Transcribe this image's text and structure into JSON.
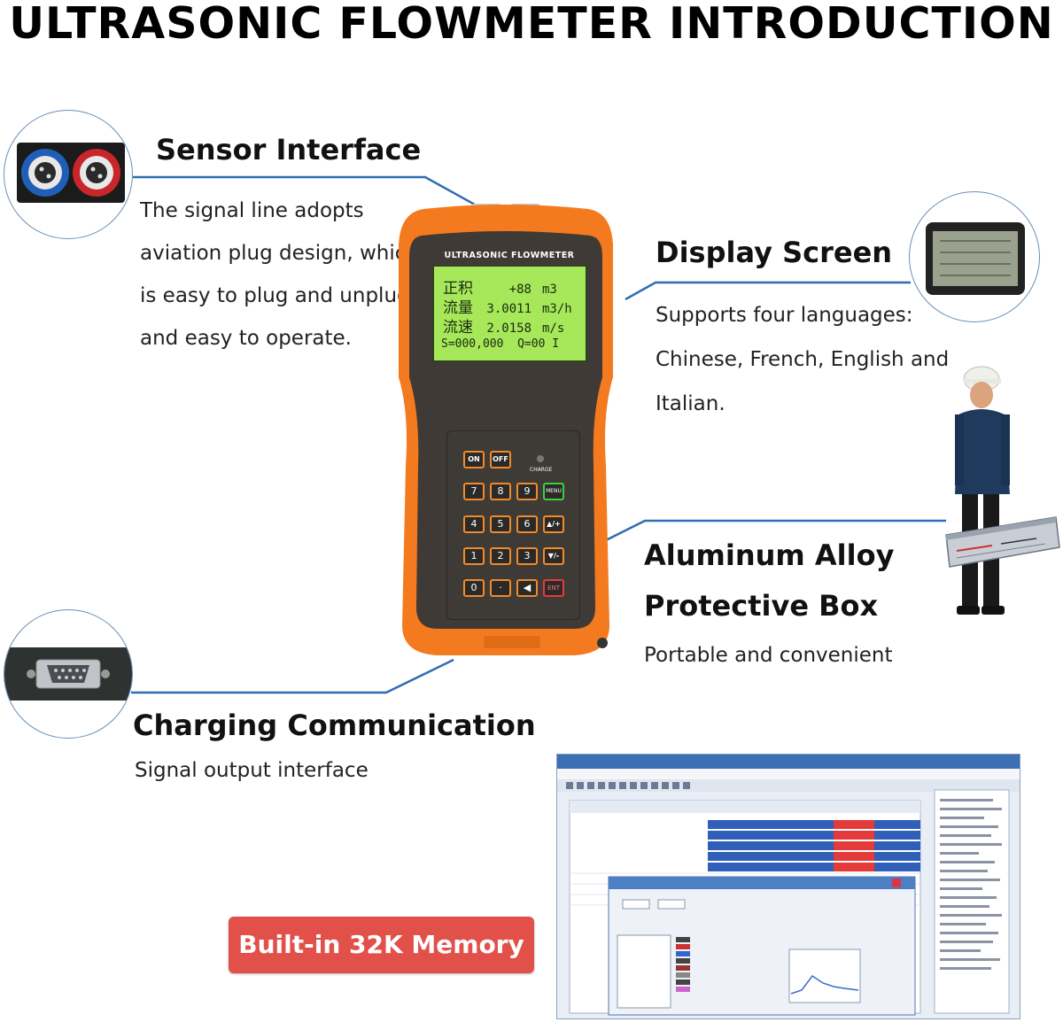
{
  "title": "ULTRASONIC FLOWMETER INTRODUCTION",
  "features": {
    "sensor": {
      "heading": "Sensor Interface",
      "lines": [
        "The signal line adopts",
        "aviation plug design, which",
        "is easy to plug and unplug",
        "and easy to operate."
      ]
    },
    "display": {
      "heading": "Display Screen",
      "lines": [
        "Supports four languages:",
        "Chinese, French, English and",
        "Italian."
      ]
    },
    "box": {
      "heading_line1": "Aluminum Alloy",
      "heading_line2": "Protective Box",
      "body": "Portable and convenient"
    },
    "charging": {
      "heading": "Charging Communication",
      "body": "Signal output interface"
    }
  },
  "memory_badge": "Built-in 32K Memory",
  "device": {
    "brand_title": "ULTRASONIC FLOWMETER",
    "lcd": [
      {
        "label": "正积",
        "value": "+88",
        "unit": "m3"
      },
      {
        "label": "流量",
        "value": "3.0011",
        "unit": "m3/h"
      },
      {
        "label": "流速",
        "value": "2.0158",
        "unit": "m/s"
      }
    ],
    "lcd_status": "S=000,000  Q=00 I",
    "charge_label": "CHARGE",
    "keys": {
      "on": "ON",
      "off": "OFF",
      "row1": [
        "7",
        "8",
        "9",
        "MENU"
      ],
      "row2": [
        "4",
        "5",
        "6",
        "▲/+"
      ],
      "row3": [
        "1",
        "2",
        "3",
        "▼/-"
      ],
      "row4": [
        "0",
        "·",
        "◀",
        "ENT"
      ]
    }
  },
  "colors": {
    "device_orange": "#f47a1f",
    "lcd_green": "#a6e85a",
    "connector_blue": "#2a6fb8",
    "badge_red": "#e2504a"
  }
}
